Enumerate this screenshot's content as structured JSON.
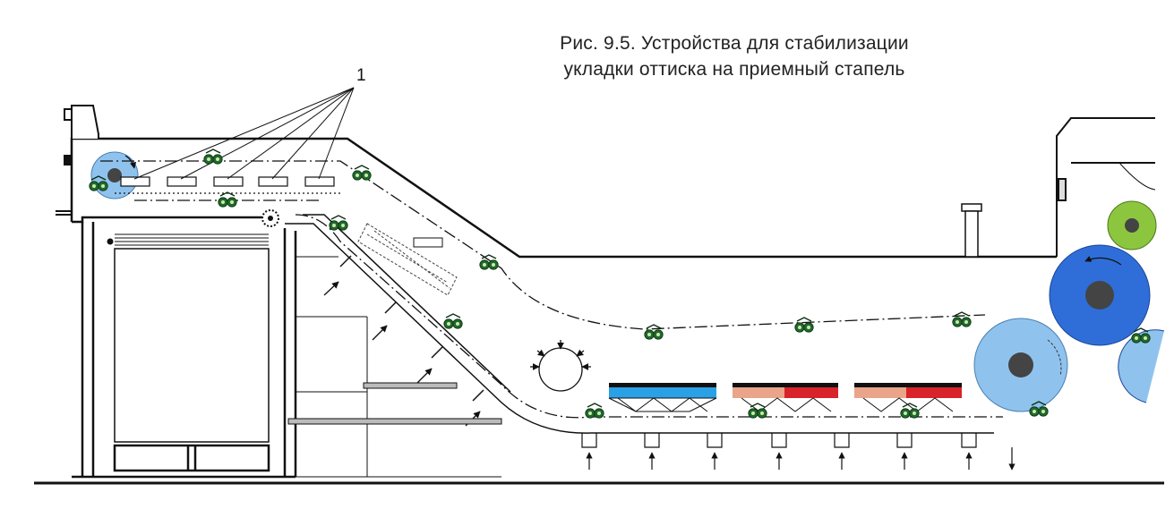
{
  "caption": {
    "line1": "Рис. 9.5. Устройства для стабилизации",
    "line2": "укладки оттиска на приемный стапель"
  },
  "callout": {
    "number": "1"
  },
  "colors": {
    "delivery_drum": "#8fc3ee",
    "impression_cylinder": "#2f6ed8",
    "plate_cylinder": "#8cc63f",
    "gripper": "#1f6b2a",
    "dryer_blue": "#2aa0e6",
    "dryer_salmon": "#e9a48a",
    "dryer_red": "#d8232a",
    "line": "#111111"
  }
}
